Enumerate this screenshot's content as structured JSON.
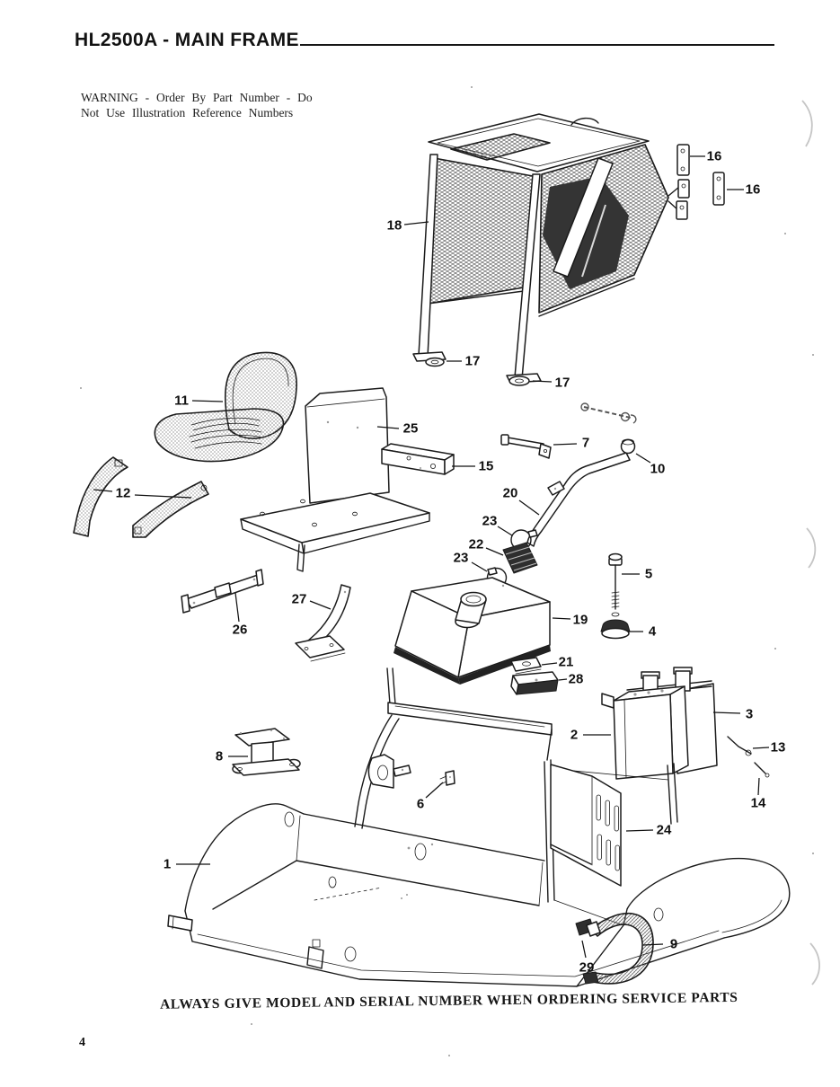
{
  "page": {
    "title": "HL2500A - MAIN FRAME",
    "warning_line1": "WARNING - Order By Part Number - Do",
    "warning_line2": "Not Use Illustration Reference Numbers",
    "footer": "ALWAYS GIVE MODEL AND SERIAL NUMBER WHEN ORDERING SERVICE PARTS",
    "page_number": "4"
  },
  "colors": {
    "ink": "#1b1b1b",
    "paper": "#ffffff"
  },
  "diagram": {
    "callouts": [
      {
        "label": "16"
      },
      {
        "label": "16"
      },
      {
        "label": "18"
      },
      {
        "label": "17"
      },
      {
        "label": "17"
      },
      {
        "label": "11"
      },
      {
        "label": "12"
      },
      {
        "label": "25"
      },
      {
        "label": "15"
      },
      {
        "label": "7"
      },
      {
        "label": "10"
      },
      {
        "label": "20"
      },
      {
        "label": "23"
      },
      {
        "label": "22"
      },
      {
        "label": "23"
      },
      {
        "label": "5"
      },
      {
        "label": "19"
      },
      {
        "label": "4"
      },
      {
        "label": "21"
      },
      {
        "label": "28"
      },
      {
        "label": "26"
      },
      {
        "label": "27"
      },
      {
        "label": "2"
      },
      {
        "label": "3"
      },
      {
        "label": "13"
      },
      {
        "label": "14"
      },
      {
        "label": "8"
      },
      {
        "label": "6"
      },
      {
        "label": "24"
      },
      {
        "label": "1"
      },
      {
        "label": "9"
      },
      {
        "label": "29"
      }
    ]
  }
}
